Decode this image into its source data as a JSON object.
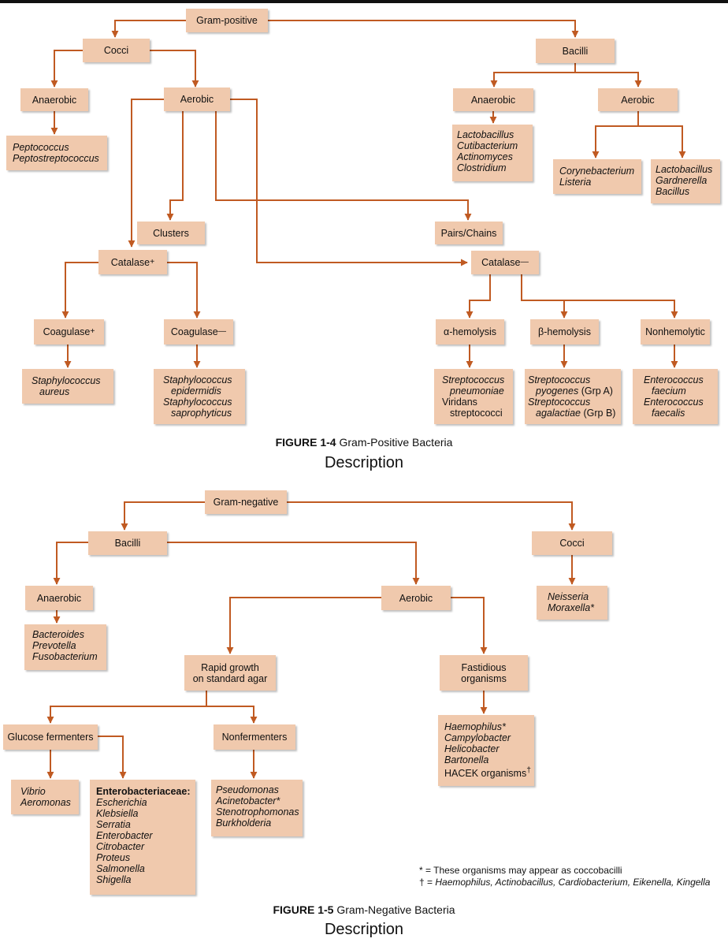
{
  "gram_positive": {
    "root": "Gram-positive",
    "cocci": "Cocci",
    "bacilli": "Bacilli",
    "cocci_anaerobic": "Anaerobic",
    "cocci_aerobic": "Aerobic",
    "cocci_anaerobic_species": [
      "Peptococcus",
      "Peptostreptococcus"
    ],
    "clusters": "Clusters",
    "pairs_chains": "Pairs/Chains",
    "catalase_pos": "Catalase",
    "catalase_pos_sup": "+",
    "catalase_neg": "Catalase",
    "catalase_neg_sup": "—",
    "coagulase_pos": "Coagulase",
    "coagulase_pos_sup": "+",
    "coagulase_neg": "Coagulase",
    "coagulase_neg_sup": "—",
    "staph_aureus": [
      "Staphylococcus",
      "aureus"
    ],
    "staph_cons": [
      "Staphylococcus",
      "epidermidis",
      "Staphylococcus",
      "saprophyticus"
    ],
    "alpha": "α-hemolysis",
    "beta": "β-hemolysis",
    "nonhemolytic": "Nonhemolytic",
    "alpha_species": {
      "s1": "Streptococcus",
      "s2": "pneumoniae",
      "s3": "Viridans",
      "s4": "streptococci"
    },
    "beta_species": {
      "s1": "Streptococcus",
      "s2": "pyogenes",
      "s2b": " (Grp A)",
      "s3": "Streptococcus",
      "s4": "agalactiae",
      "s4b": " (Grp B)"
    },
    "nonhemolytic_species": [
      "Enterococcus",
      "faecium",
      "Enterococcus",
      "faecalis"
    ],
    "bacilli_anaerobic": "Anaerobic",
    "bacilli_aerobic": "Aerobic",
    "bacilli_anaerobic_species": [
      "Lactobacillus",
      "Cutibacterium",
      "Actinomyces",
      "Clostridium"
    ],
    "coryne_listeria": [
      "Corynebacterium",
      "Listeria"
    ],
    "lacto_gard_bac": [
      "Lactobacillus",
      "Gardnerella",
      "Bacillus"
    ],
    "figure_label": "FIGURE 1-4",
    "figure_title": "Gram-Positive Bacteria",
    "description": "Description"
  },
  "gram_negative": {
    "root": "Gram-negative",
    "bacilli": "Bacilli",
    "cocci": "Cocci",
    "anaerobic": "Anaerobic",
    "aerobic": "Aerobic",
    "anaerobic_species": [
      "Bacteroides",
      "Prevotella",
      "Fusobacterium"
    ],
    "cocci_species": [
      "Neisseria",
      "Moraxella*"
    ],
    "rapid_growth": [
      "Rapid growth",
      "on standard agar"
    ],
    "fastidious": [
      "Fastidious",
      "organisms"
    ],
    "fastidious_species": [
      "Haemophilus*",
      "Campylobacter",
      "Helicobacter",
      "Bartonella"
    ],
    "hacek": "HACEK organisms",
    "hacek_sup": "†",
    "glucose_fermenters": "Glucose fermenters",
    "nonfermenters": "Nonfermenters",
    "vibrio_aeromonas": [
      "Vibrio",
      "Aeromonas"
    ],
    "enterobacteriaceae_title": "Enterobacteriaceae:",
    "enterobacteriaceae": [
      "Escherichia",
      "Klebsiella",
      "Serratia",
      "Enterobacter",
      "Citrobacter",
      "Proteus",
      "Salmonella",
      "Shigella"
    ],
    "nonfermenter_species": [
      "Pseudomonas",
      "Acinetobacter*",
      "Stenotrophomonas",
      "Burkholderia"
    ],
    "footnote_1": "* = These organisms may appear as coccobacilli",
    "footnote_2_mark": "† = ",
    "footnote_2_text": "Haemophilus, Actinobacillus, Cardiobacterium, Eikenella, Kingella",
    "figure_label": "FIGURE 1-5",
    "figure_title": "Gram-Negative Bacteria",
    "description": "Description"
  }
}
